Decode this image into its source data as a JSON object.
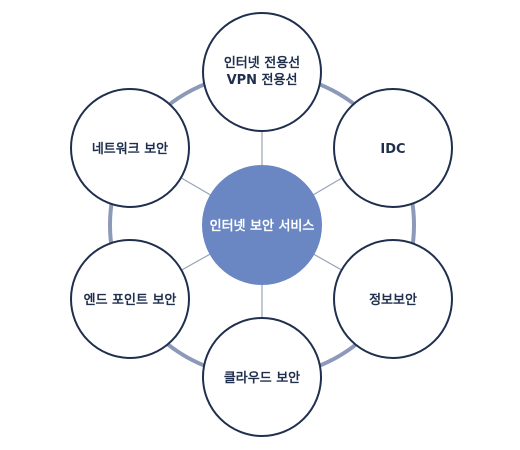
{
  "center": {
    "label": "인터넷 보안 서비스"
  },
  "nodes": [
    {
      "id": "internet-line",
      "lines": [
        "인터넷 전용선",
        "VPN 전용선"
      ]
    },
    {
      "id": "idc",
      "lines": [
        "IDC"
      ]
    },
    {
      "id": "info-security",
      "lines": [
        "정보보안"
      ]
    },
    {
      "id": "cloud-security",
      "lines": [
        "클라우드 보안"
      ]
    },
    {
      "id": "endpoint-security",
      "lines": [
        "엔드 포인트 보안"
      ]
    },
    {
      "id": "network-security",
      "lines": [
        "네트워크 보안"
      ]
    }
  ],
  "colors": {
    "center_fill": "#6a86c3",
    "node_stroke": "#1f2f4d",
    "ring_stroke": "#8c99b8",
    "spoke_stroke": "#9aa3b5"
  }
}
